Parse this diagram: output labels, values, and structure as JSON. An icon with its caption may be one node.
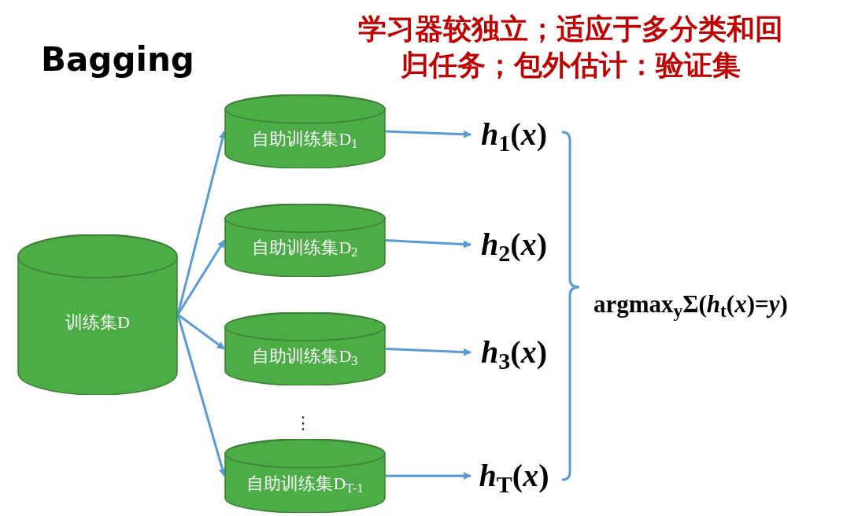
{
  "diagram": {
    "title": "Bagging",
    "nodes": [
      {
        "text": [
          "训练集D"
        ]
      },
      {
        "text": [
          "自助训练集D$_{1}$"
        ]
      },
      {
        "text": [
          "自助训练集D$_{2}$"
        ]
      },
      {
        "text": [
          "自助训练集D$_{3}$"
        ]
      },
      {
        "text": [
          "自助训练集D$_{T-1}$"
        ]
      },
      {
        "text": [
          "*h*$_{1}$(*x*)"
        ]
      },
      {
        "text": [
          "*h*$_{2}$(*x*)"
        ]
      },
      {
        "text": [
          "*h*$_{3}$(*x*)"
        ]
      },
      {
        "text": [
          "*h*$_{T}$(*x*)"
        ]
      }
    ],
    "edges": [
      {
        "from": 0,
        "to": 1,
        "arrow": "to"
      },
      {
        "from": 0,
        "to": 2,
        "arrow": "to"
      },
      {
        "from": 0,
        "to": 3,
        "arrow": "to"
      },
      {
        "from": 0,
        "to": 4,
        "arrow": "to"
      },
      {
        "from": 1,
        "to": 5,
        "arrow": "to"
      },
      {
        "from": 2,
        "to": 6,
        "arrow": "to"
      },
      {
        "from": 3,
        "to": 7,
        "arrow": "to"
      },
      {
        "from": 4,
        "to": 8,
        "arrow": "to"
      }
    ],
    "labels": [
      "学习器较独立；适应于多分类和回归任务；包外估计：验证集",
      "⋮",
      "argmax$_{y}$Σ(*h*$_{t}$(*x*)=*y*)"
    ]
  }
}
